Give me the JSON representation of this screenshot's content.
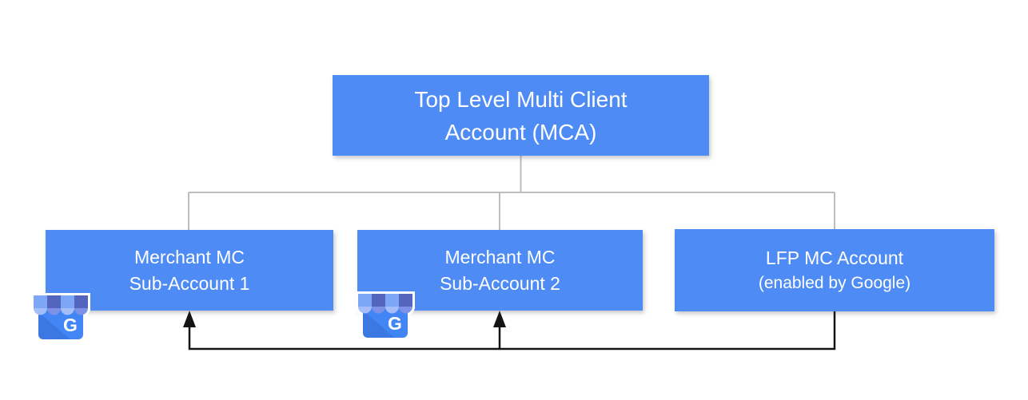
{
  "diagram": {
    "title_node": {
      "line1": "Top Level Multi Client",
      "line2": "Account (MCA)"
    },
    "nodes": {
      "merchant1": {
        "line1": "Merchant MC",
        "line2": "Sub-Account 1"
      },
      "merchant2": {
        "line1": "Merchant MC",
        "line2": "Sub-Account 2"
      },
      "lfp": {
        "line1": "LFP MC Account",
        "line2": "(enabled by Google)"
      }
    },
    "icons": {
      "gmb_letter": "G"
    },
    "colors": {
      "node_fill": "#4e8bf5",
      "node_text": "#ffffff",
      "hierarchy_line": "#bdbdbd",
      "feedback_line": "#141414",
      "gmb_body": "#4285f4",
      "gmb_awning_light": "#7ea6f6",
      "gmb_awning_dark": "#5465bf",
      "gmb_scallop_light": "#a5bdf8",
      "gmb_scallop_dark": "#7d92e6"
    }
  }
}
